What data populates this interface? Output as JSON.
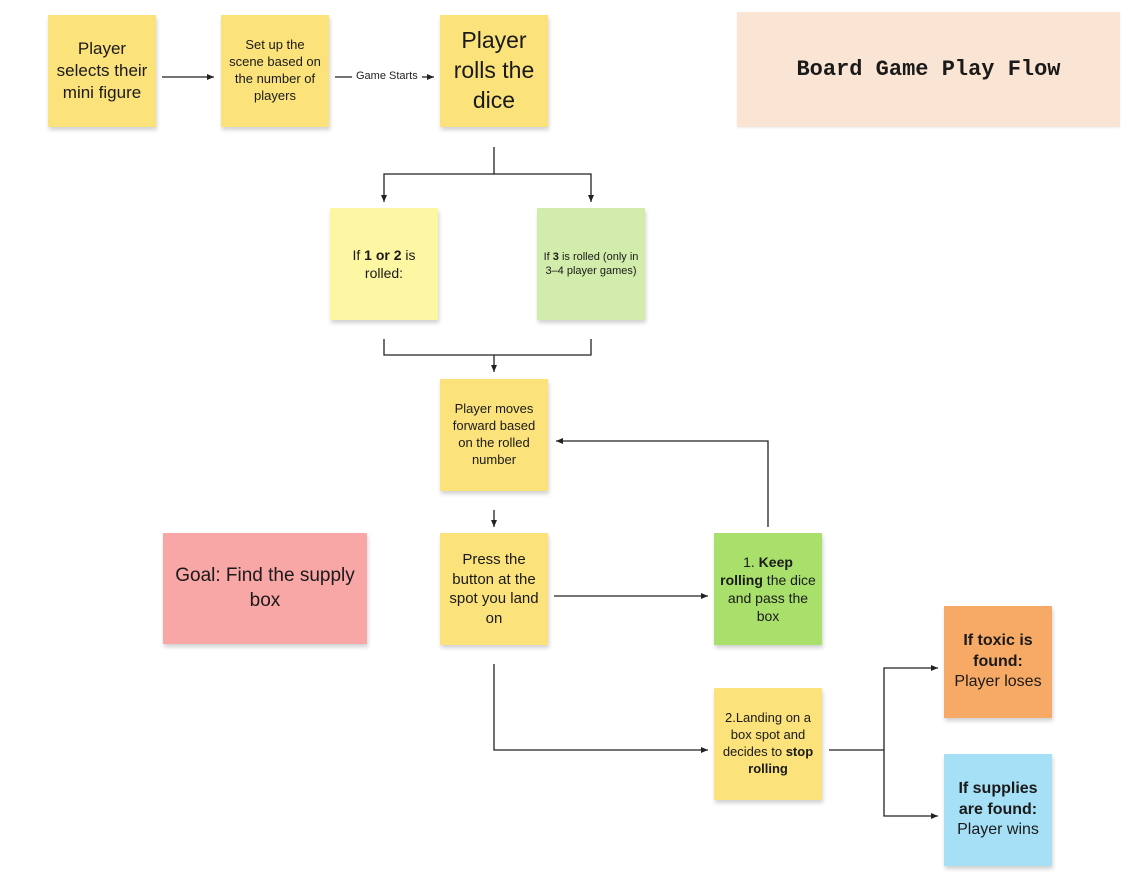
{
  "title": "Board Game Play Flow",
  "edge_label_game_starts": "Game Starts",
  "goal": "Goal: Find the supply box",
  "notes": {
    "select_figure": "Player selects their mini figure",
    "setup_scene": "Set up the scene based on the number of players",
    "roll_dice": "Player rolls the dice",
    "if12_pre": "If ",
    "if12_bold": "1 or 2",
    "if12_post": " is rolled:",
    "if3_pre": "If ",
    "if3_bold": "3",
    "if3_post": " is rolled (only in 3–4 player games)",
    "move_forward": "Player moves forward based on the rolled number",
    "press_button": "Press the button at the spot you land on",
    "keep_pre": "1. ",
    "keep_bold": "Keep rolling",
    "keep_post": " the dice and pass the box",
    "landing_pre": "2.Landing on a box spot and decides to ",
    "landing_bold": "stop rolling",
    "toxic_bold": "If toxic is found:",
    "toxic_post": "Player loses",
    "supplies_bold": "If supplies are found:",
    "supplies_post": "Player wins"
  },
  "colors": {
    "yellow": "#fbe27a",
    "light_yellow": "#fdf6a2",
    "green": "#d2ecab",
    "bright_green": "#a8e06b",
    "pink": "#f9a6a6",
    "orange": "#f7aa66",
    "blue": "#a6e0f6",
    "title_bg": "#fae4d3"
  }
}
